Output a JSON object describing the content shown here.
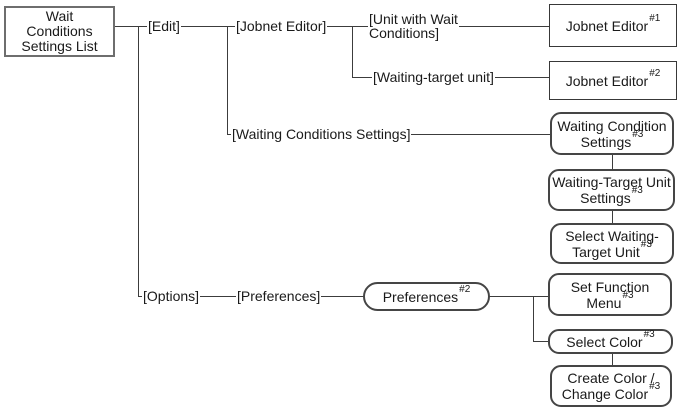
{
  "diagram": {
    "root": {
      "label": "Wait\nConditions\nSettings List"
    },
    "menu_labels": {
      "edit": "[Edit]",
      "jobnet_editor": "[Jobnet Editor]",
      "unit_with_wait_conditions": "[Unit with Wait\nConditions]",
      "waiting_target_unit": "[Waiting-target unit]",
      "waiting_conditions_settings": "[Waiting Conditions Settings]",
      "options": "[Options]",
      "preferences": "[Preferences]"
    },
    "windows": {
      "jobnet_editor_1": {
        "label": "Jobnet Editor",
        "note": "#1"
      },
      "jobnet_editor_2": {
        "label": "Jobnet Editor",
        "note": "#2"
      },
      "waiting_condition_settings": {
        "label": "Waiting Condition\nSettings",
        "note": "#3"
      },
      "waiting_target_unit_settings": {
        "label": "Waiting-Target Unit\nSettings",
        "note": "#3"
      },
      "select_waiting_target_unit": {
        "label": "Select Waiting-\nTarget Unit",
        "note": "#3"
      },
      "preferences_dialog": {
        "label": "Preferences",
        "note": "#2"
      },
      "set_function_menu": {
        "label": "Set Function\nMenu",
        "note": "#3"
      },
      "select_color": {
        "label": "Select Color",
        "note": "#3"
      },
      "create_color_change_color": {
        "label": "Create Color /\nChange Color",
        "note": "#3"
      }
    },
    "colors": {
      "line": "#3c3c3c",
      "text": "#1a1a1a",
      "background": "#ffffff"
    }
  }
}
